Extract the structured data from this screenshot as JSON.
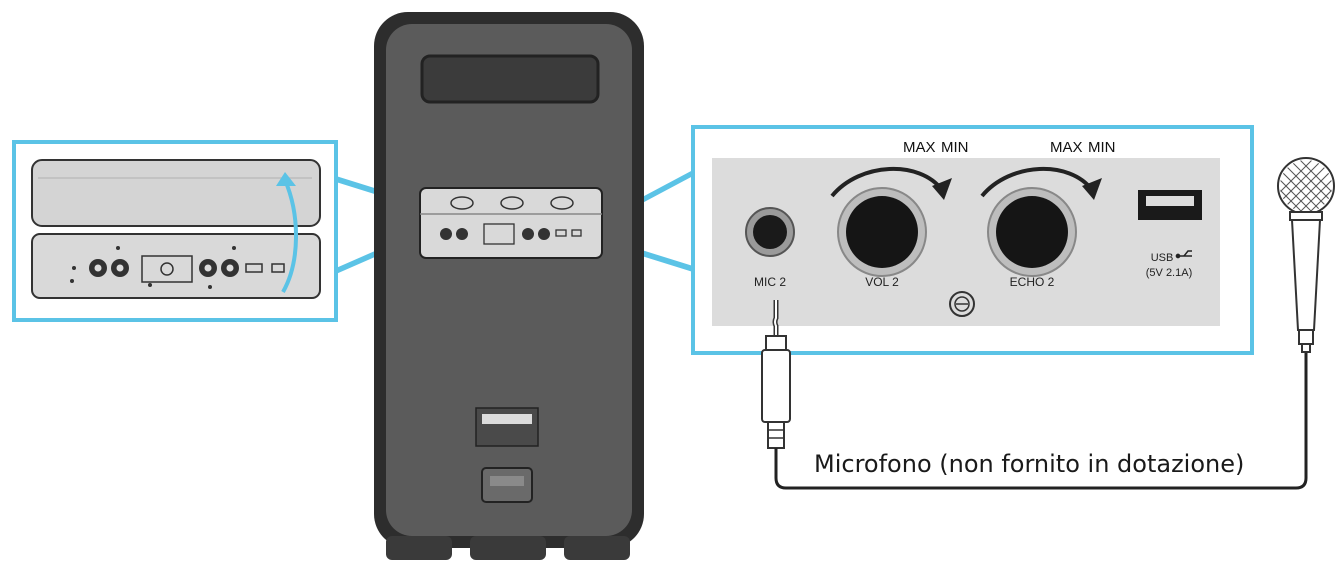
{
  "panel_labels": {
    "mic_jack": "MIC 2",
    "volume_knob": "VOL 2",
    "echo_knob": "ECHO 2",
    "usb_line1": "USB",
    "usb_line2": "(5V 2.1A)"
  },
  "knob_range": {
    "max_label": "MAX",
    "min_label": "MIN"
  },
  "caption": "Microfono (non fornito in dotazione)",
  "colors": {
    "callout": "#5bc3e6",
    "speaker_body": "#5b5b5b",
    "panel_gray": "#dcdcdc"
  }
}
